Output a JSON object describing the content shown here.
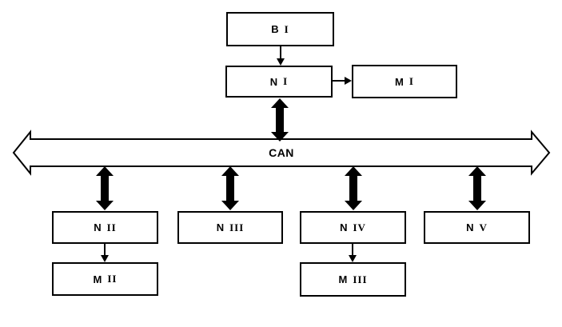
{
  "bus": {
    "label": "CAN",
    "type": "bidirectional-bus-arrow"
  },
  "nodes": {
    "bi": {
      "letter": "B",
      "numeral": "I",
      "label": "B I"
    },
    "ni": {
      "letter": "N",
      "numeral": "I",
      "label": "N I"
    },
    "mi": {
      "letter": "M",
      "numeral": "I",
      "label": "M I"
    },
    "nii": {
      "letter": "N",
      "numeral": "II",
      "label": "N II"
    },
    "niii": {
      "letter": "N",
      "numeral": "III",
      "label": "N III"
    },
    "niv": {
      "letter": "N",
      "numeral": "IV",
      "label": "N IV"
    },
    "nv": {
      "letter": "N",
      "numeral": "V",
      "label": "N V"
    },
    "mii": {
      "letter": "M",
      "numeral": "II",
      "label": "M II"
    },
    "miii": {
      "letter": "M",
      "numeral": "III",
      "label": "M III"
    }
  },
  "connections": [
    {
      "from": "B I",
      "to": "N I",
      "style": "thin-arrow-down"
    },
    {
      "from": "N I",
      "to": "M I",
      "style": "thin-arrow-right"
    },
    {
      "from": "N I",
      "to": "CAN",
      "style": "thick-double-arrow"
    },
    {
      "from": "CAN",
      "to": "N II",
      "style": "thick-double-arrow"
    },
    {
      "from": "CAN",
      "to": "N III",
      "style": "thick-double-arrow"
    },
    {
      "from": "CAN",
      "to": "N IV",
      "style": "thick-double-arrow"
    },
    {
      "from": "CAN",
      "to": "N V",
      "style": "thick-double-arrow"
    },
    {
      "from": "N II",
      "to": "M II",
      "style": "thin-arrow-down"
    },
    {
      "from": "N IV",
      "to": "M III",
      "style": "thin-arrow-down"
    }
  ],
  "colors": {
    "line": "#000000",
    "fill": "#ffffff",
    "background": "#ffffff"
  }
}
